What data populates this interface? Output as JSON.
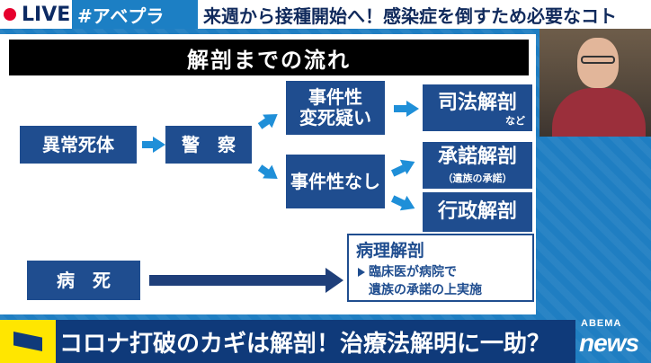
{
  "ticker": {
    "live": "LIVE",
    "hashtag": "#アベプラ",
    "text": "来週から接種開始へ！感染症を倒すため必要なコト"
  },
  "board": {
    "title": "解剖までの流れ",
    "nodes": {
      "abnormal_death": "異常死体",
      "police": "警　察",
      "suspected": "事件性\n変死疑い",
      "no_case": "事件性なし",
      "judicial": "司法解剖",
      "judicial_note": "など",
      "consent": "承諾解剖",
      "consent_note": "（遺族の承諾）",
      "administrative": "行政解剖",
      "disease_death": "病　死"
    },
    "pathology": {
      "title": "病理解剖",
      "line1": "臨床医が病院で",
      "line2": "遺族の承諾の上実施"
    }
  },
  "headline": "コロナ打破のカギは解剖！治療法解明に一助？",
  "logo": {
    "top": "ABEMA",
    "bottom": "news"
  },
  "colors": {
    "box_navy": "#1f4d8f",
    "arrow_blue": "#1f8fd8",
    "background_blue": "#1f7ec2",
    "bottom_bar": "#0f3a7a",
    "flag_yellow": "#ffe600",
    "live_red": "#e6002d"
  }
}
